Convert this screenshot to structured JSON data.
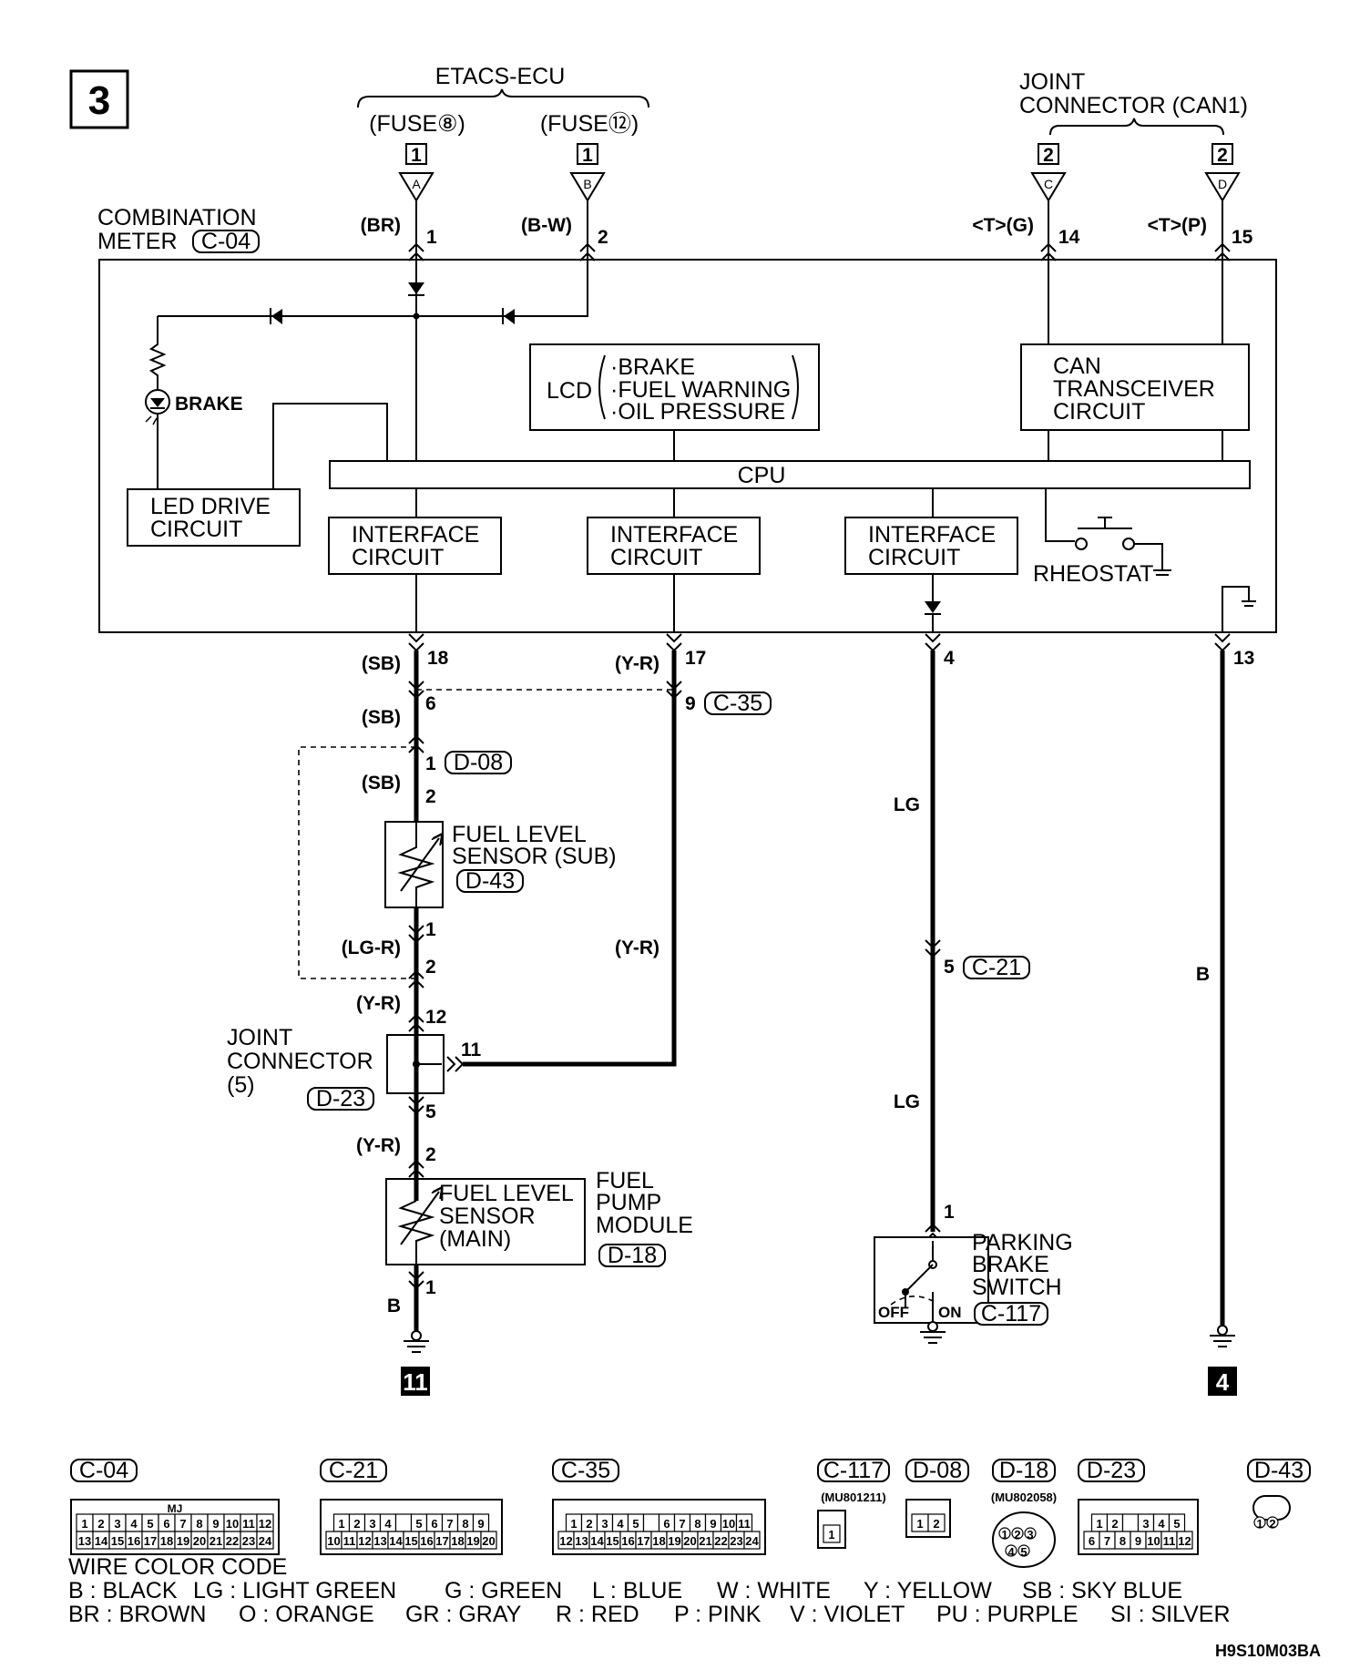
{
  "page_number": "3",
  "footer_code": "H9S10M03BA",
  "etacs_ecu": {
    "title": "ETACS-ECU",
    "fuse8": "(FUSE⑧)",
    "fuse12": "(FUSE⑫)"
  },
  "joint_can": {
    "line1": "JOINT",
    "line2": "CONNECTOR (CAN1)"
  },
  "connector_labels": {
    "a": "A",
    "b": "B",
    "c": "C",
    "d": "D",
    "n1": "1",
    "n2": "2"
  },
  "combination_meter": {
    "line1": "COMBINATION",
    "line2": "METER",
    "connector": "C-04"
  },
  "top_pins": [
    {
      "wire": "(BR)",
      "pin": "1"
    },
    {
      "wire": "(B-W)",
      "pin": "2"
    },
    {
      "wire": "<T>(G)",
      "pin": "14"
    },
    {
      "wire": "<T>(P)",
      "pin": "15"
    }
  ],
  "blocks": {
    "lcd_label": "LCD",
    "lcd_items": [
      "·BRAKE",
      "·FUEL WARNING",
      "·OIL PRESSURE"
    ],
    "can": [
      "CAN",
      "TRANSCEIVER",
      "CIRCUIT"
    ],
    "cpu": "CPU",
    "led": [
      "LED DRIVE",
      "CIRCUIT"
    ],
    "interface": [
      "INTERFACE",
      "CIRCUIT"
    ],
    "brake_lamp": "BRAKE",
    "rheostat": "RHEOSTAT"
  },
  "bottom_pins": [
    {
      "wire": "(SB)",
      "pin": "18"
    },
    {
      "wire": "(Y-R)",
      "pin": "17"
    },
    {
      "wire": "",
      "pin": "4"
    },
    {
      "wire": "",
      "pin": "13"
    }
  ],
  "left_branch": {
    "sb2": "(SB)",
    "pin6": "6",
    "pin1_d08": "1",
    "d08": "D-08",
    "sb3": "(SB)",
    "pin2_d08": "2",
    "sub_sensor": [
      "FUEL LEVEL",
      "SENSOR (SUB)"
    ],
    "d43": "D-43",
    "pin1_d43": "1",
    "lgr": "(LG-R)",
    "pin2_d43": "2",
    "yr1": "(Y-R)",
    "pin12": "12",
    "joint": [
      "JOINT",
      "CONNECTOR",
      "(5)"
    ],
    "d23": "D-23",
    "pin11": "11",
    "pin5": "5",
    "yr2": "(Y-R)",
    "pin2_d18": "2",
    "main_sensor": [
      "FUEL LEVEL",
      "SENSOR",
      "(MAIN)"
    ],
    "pump": [
      "FUEL",
      "PUMP",
      "MODULE"
    ],
    "d18": "D-18",
    "pin1_d18": "1",
    "b": "B",
    "ground": "11"
  },
  "mid_branch": {
    "pin9": "9",
    "c35": "C-35",
    "yr": "(Y-R)"
  },
  "lg_branch": {
    "lg1": "LG",
    "pin5": "5",
    "c21": "C-21",
    "lg2": "LG",
    "pin1": "1",
    "switch": [
      "PARKING",
      "BRAKE",
      "SWITCH"
    ],
    "c117": "C-117",
    "off": "OFF",
    "on": "ON"
  },
  "right_branch": {
    "b": "B",
    "ground": "4"
  },
  "connector_views": [
    {
      "code": "C-04",
      "sub": "",
      "rows": [
        [
          "1",
          "2",
          "3",
          "4",
          "5",
          "6",
          "7",
          "8",
          "9",
          "10",
          "11",
          "12"
        ],
        [
          "13",
          "14",
          "15",
          "16",
          "17",
          "18",
          "19",
          "20",
          "21",
          "22",
          "23",
          "24"
        ]
      ],
      "tag": "MJ"
    },
    {
      "code": "C-21",
      "sub": "",
      "rows": [
        [
          "1",
          "2",
          "3",
          "4",
          "",
          "5",
          "6",
          "7",
          "8",
          "9"
        ],
        [
          "10",
          "11",
          "12",
          "13",
          "14",
          "15",
          "16",
          "17",
          "18",
          "19",
          "20"
        ]
      ]
    },
    {
      "code": "C-35",
      "sub": "",
      "rows": [
        [
          "1",
          "2",
          "3",
          "4",
          "5",
          "",
          "6",
          "7",
          "8",
          "9",
          "10",
          "11"
        ],
        [
          "12",
          "13",
          "14",
          "15",
          "16",
          "17",
          "18",
          "19",
          "20",
          "21",
          "22",
          "23",
          "24"
        ]
      ]
    },
    {
      "code": "C-117",
      "sub": "(MU801211)",
      "rows": [
        [
          "1"
        ]
      ]
    },
    {
      "code": "D-08",
      "sub": "",
      "rows": [
        [
          "1",
          "2"
        ]
      ]
    },
    {
      "code": "D-18",
      "sub": "(MU802058)",
      "rows": [
        [
          "1",
          "2",
          "3"
        ],
        [
          "4",
          "5"
        ]
      ]
    },
    {
      "code": "D-23",
      "sub": "",
      "rows": [
        [
          "1",
          "2",
          "",
          "3",
          "4",
          "5"
        ],
        [
          "6",
          "7",
          "8",
          "9",
          "10",
          "11",
          "12"
        ]
      ]
    },
    {
      "code": "D-43",
      "sub": "",
      "rows": [
        [
          "1",
          "2"
        ]
      ]
    }
  ],
  "wire_color_code": {
    "title": "WIRE COLOR CODE",
    "row1": [
      "B : BLACK",
      "LG : LIGHT GREEN",
      "G : GREEN",
      "L : BLUE",
      "W : WHITE",
      "Y : YELLOW",
      "SB : SKY BLUE"
    ],
    "row2": [
      "BR : BROWN",
      "O : ORANGE",
      "GR : GRAY",
      "R : RED",
      "P : PINK",
      "V : VIOLET",
      "PU : PURPLE",
      "SI : SILVER"
    ]
  }
}
